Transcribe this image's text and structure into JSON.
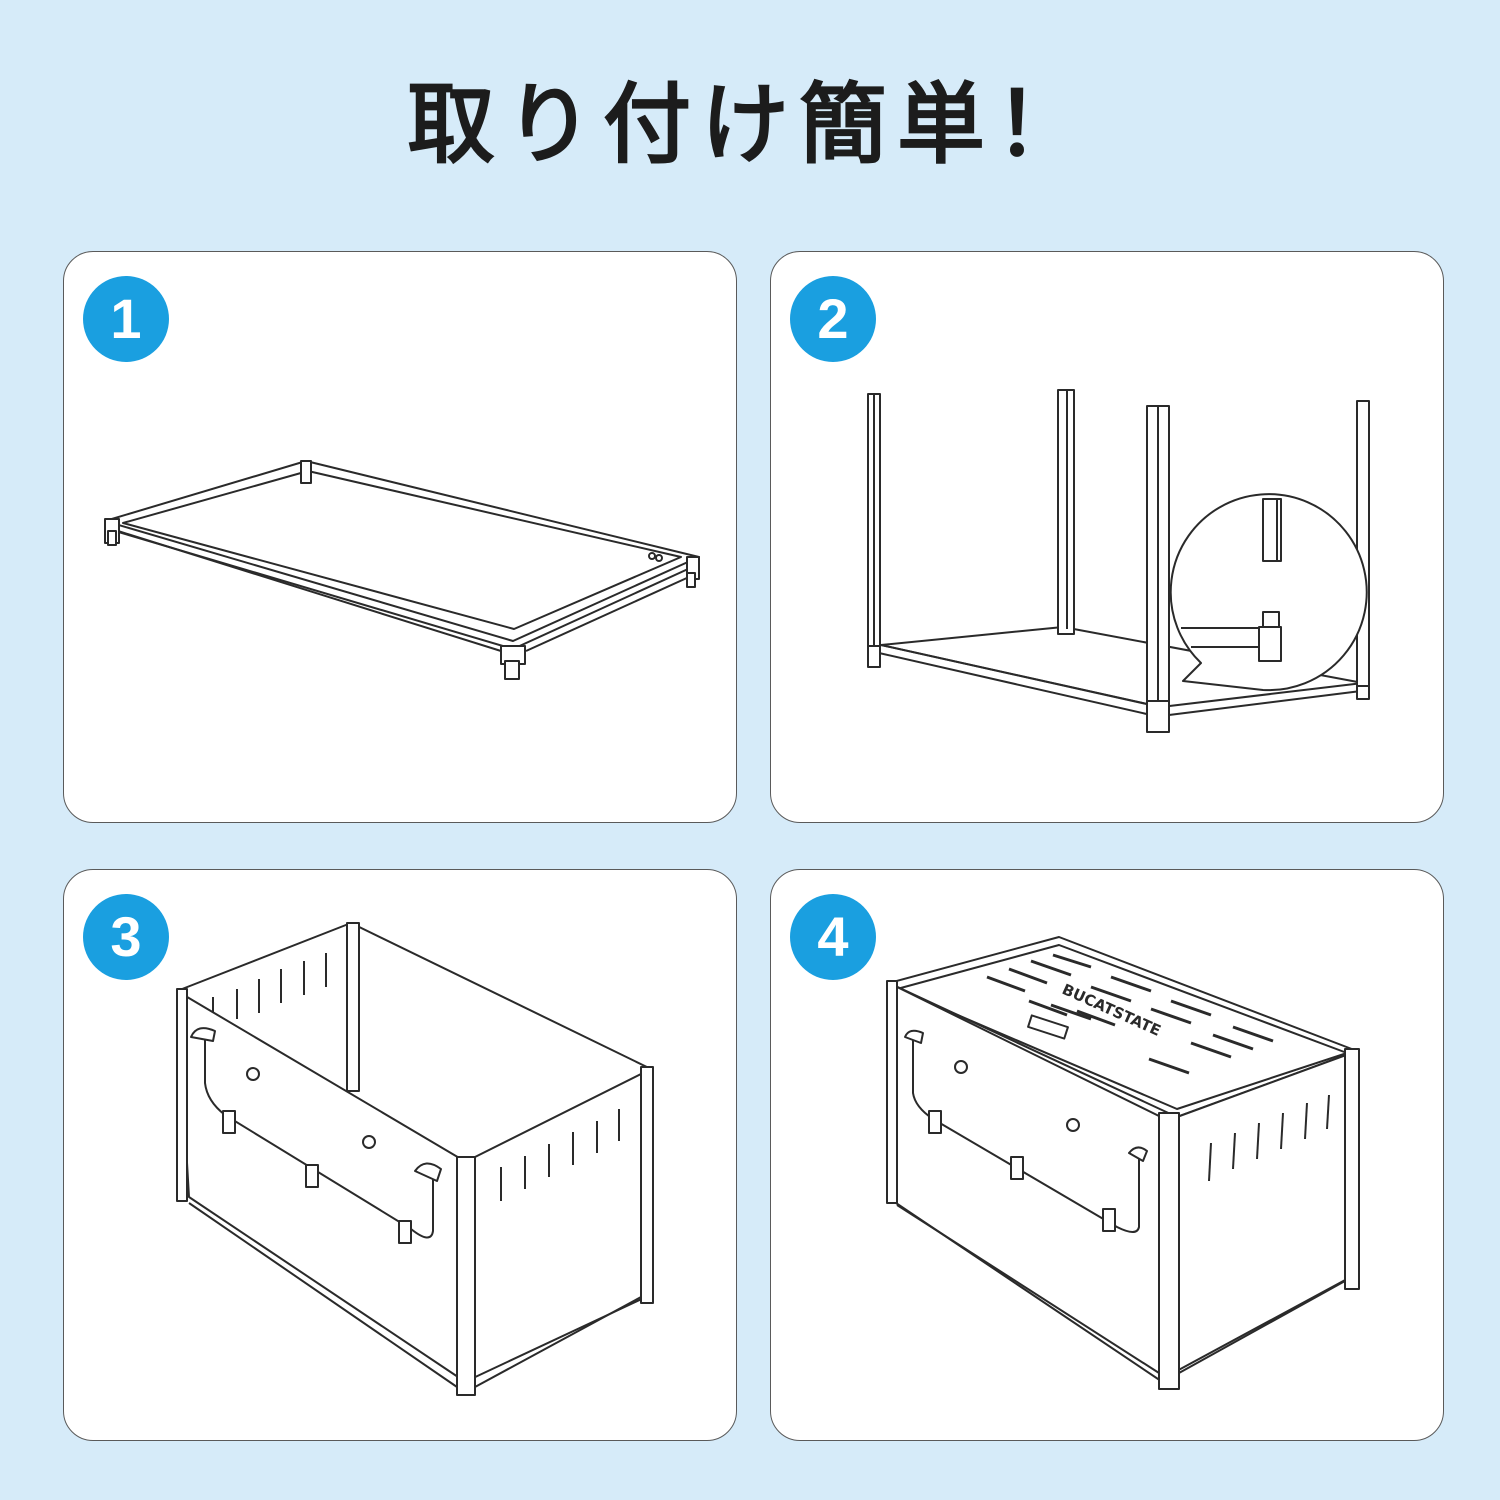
{
  "header": {
    "title": "取り付け簡単！"
  },
  "theme": {
    "background": "#d6ebf9",
    "card_background": "#ffffff",
    "card_border": "#5a5a5a",
    "badge_color": "#1a9fe0",
    "line_color": "#2a2a2a"
  },
  "steps": [
    {
      "number": "1",
      "illustration": "base-frame-icon"
    },
    {
      "number": "2",
      "illustration": "frame-with-posts-icon"
    },
    {
      "number": "3",
      "illustration": "open-box-panels-icon"
    },
    {
      "number": "4",
      "illustration": "assembled-crate-icon"
    }
  ],
  "product": {
    "brand_label": "BUCATSTATE"
  }
}
